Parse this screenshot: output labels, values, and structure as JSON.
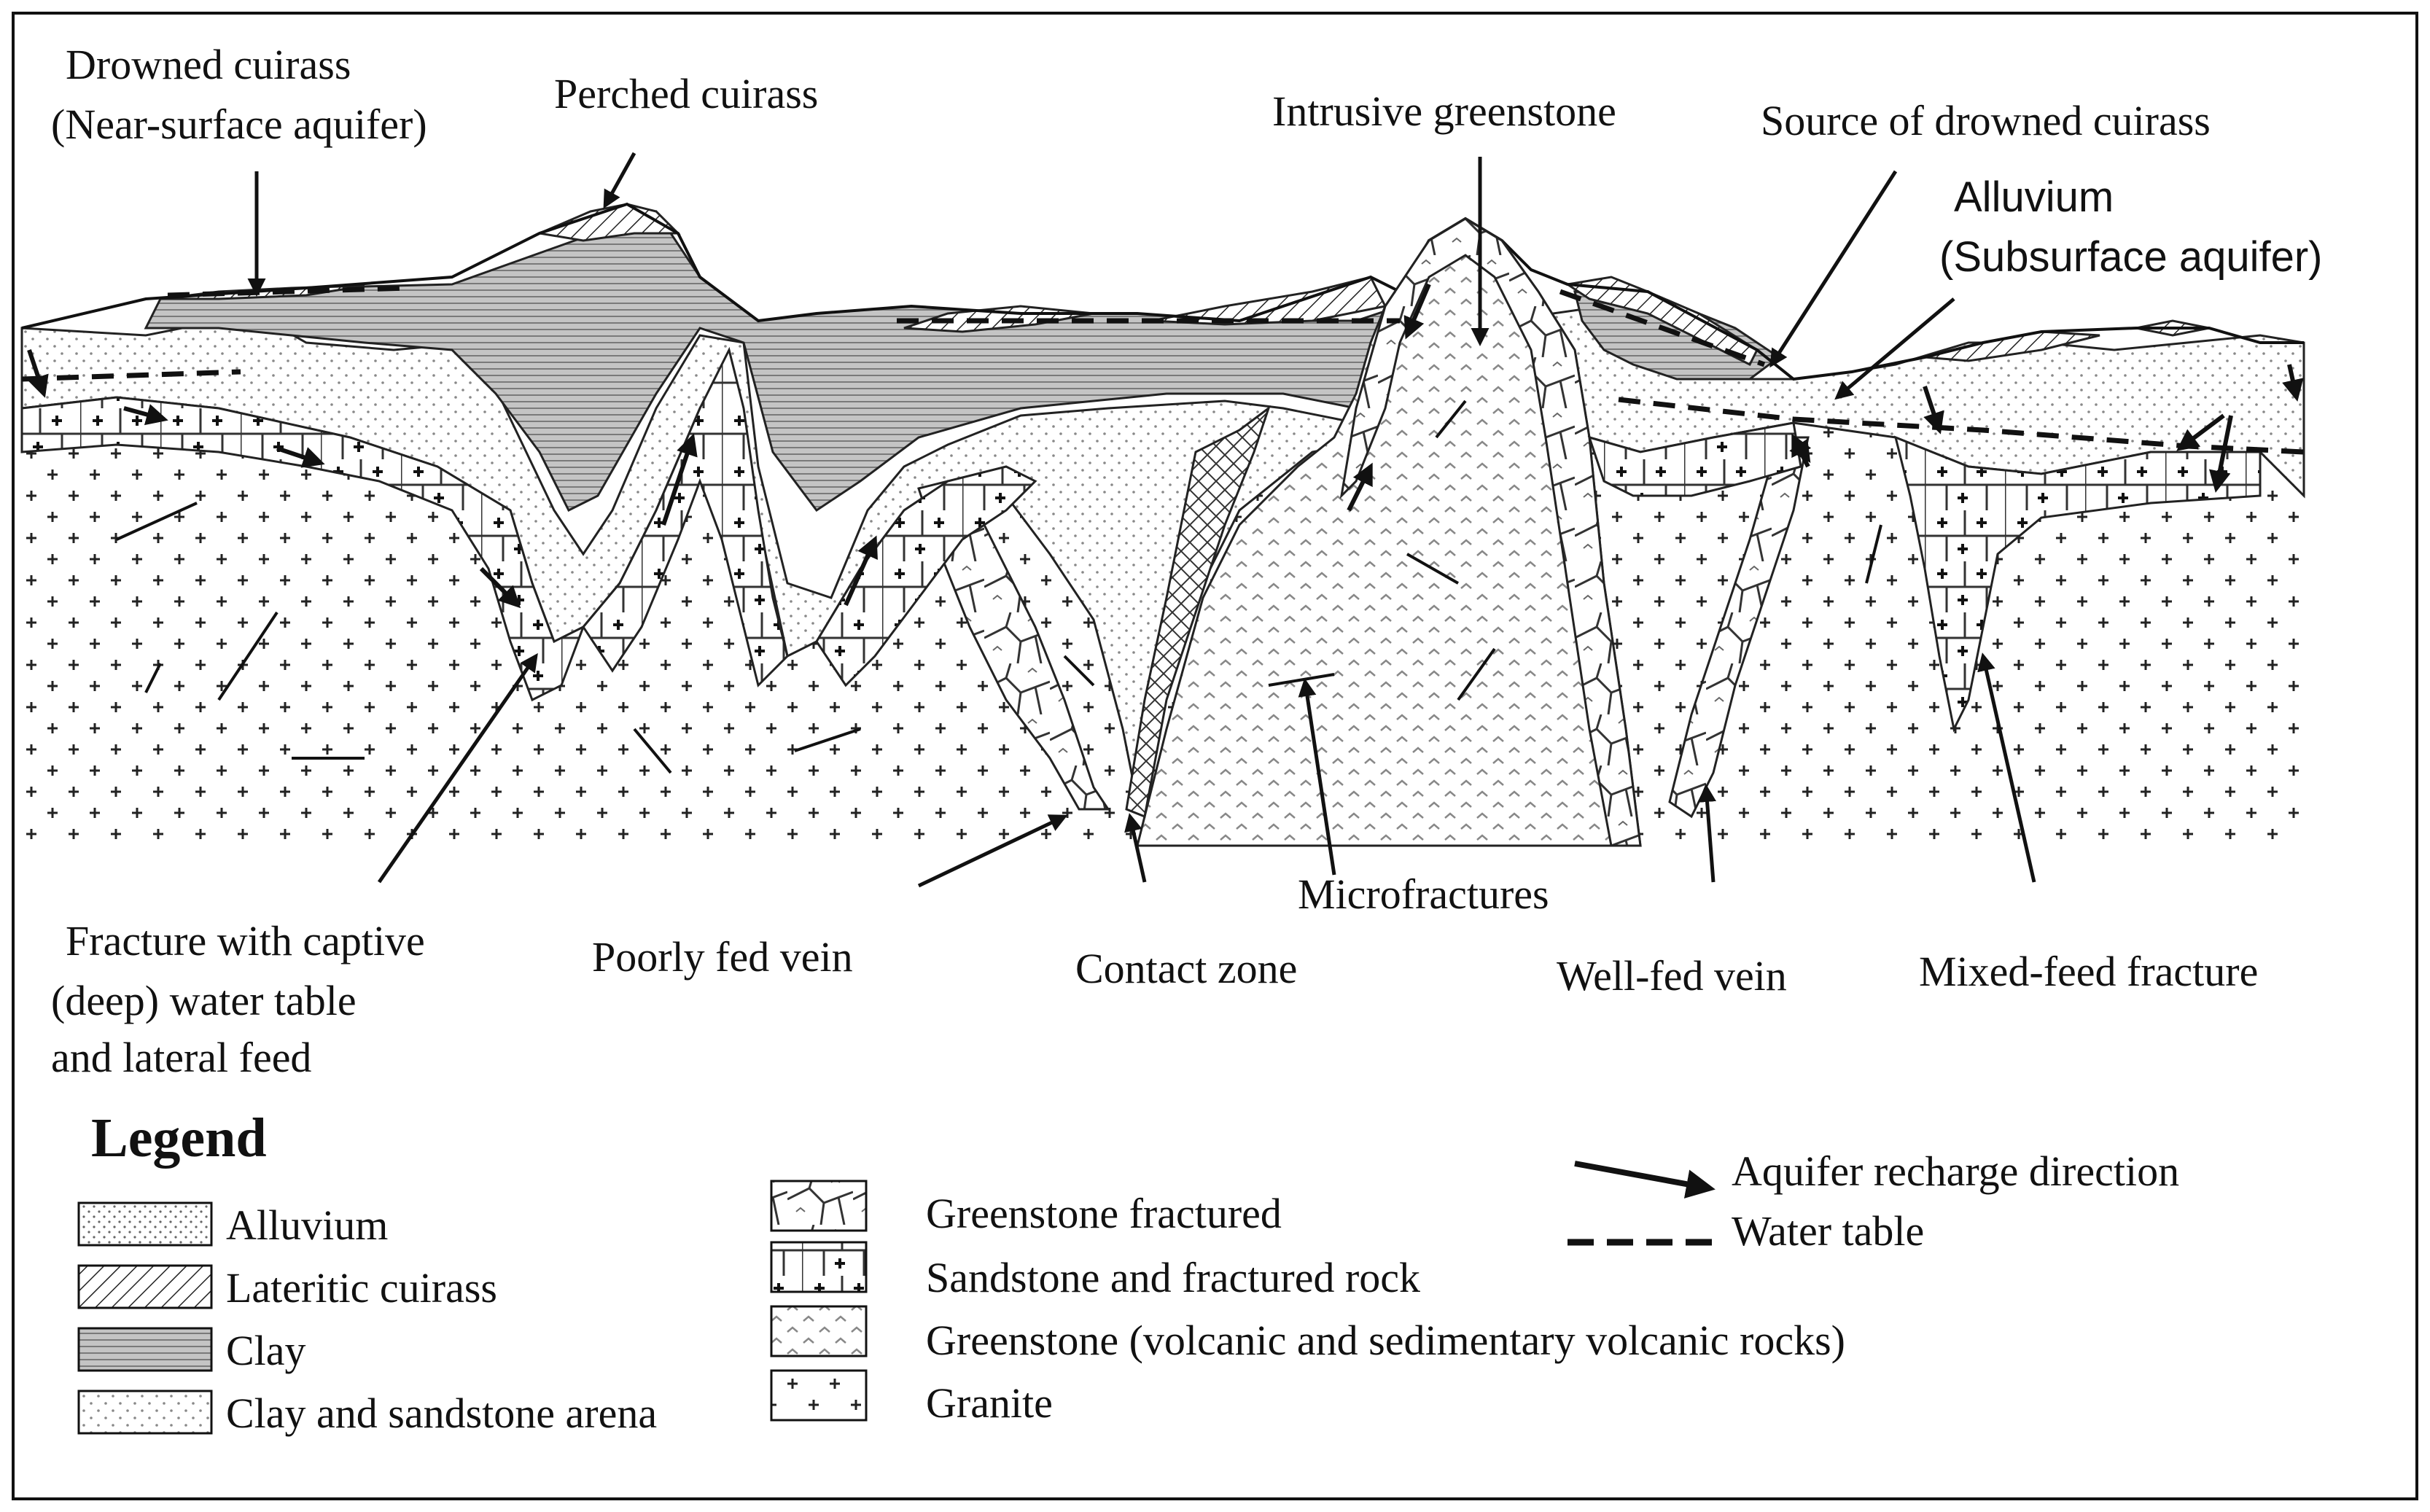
{
  "labels": {
    "drowned_cuirass_1": "Drowned cuirass",
    "drowned_cuirass_2": "(Near-surface aquifer)",
    "perched_cuirass": "Perched cuirass",
    "intrusive_greenstone": "Intrusive greenstone",
    "source_drowned_cuirass": "Source of drowned cuirass",
    "alluvium_1": "Alluvium",
    "alluvium_2": "(Subsurface aquifer)",
    "fracture_1": "Fracture with captive",
    "fracture_2": "(deep) water table",
    "fracture_3": "and lateral feed",
    "poorly_fed_vein": "Poorly fed vein",
    "contact_zone": "Contact zone",
    "microfractures": "Microfractures",
    "well_fed_vein": "Well-fed vein",
    "mixed_feed_fracture": "Mixed-feed fracture"
  },
  "legend": {
    "title": "Legend",
    "col1": [
      {
        "label": "Alluvium",
        "pattern": "alluvium"
      },
      {
        "label": "Lateritic cuirass",
        "pattern": "cuirass"
      },
      {
        "label": "Clay",
        "pattern": "clay"
      },
      {
        "label": "Clay and sandstone arena",
        "pattern": "arena"
      }
    ],
    "col2": [
      {
        "label": "Greenstone fractured",
        "pattern": "green-fractured"
      },
      {
        "label": "Sandstone and fractured rock",
        "pattern": "sandstone"
      },
      {
        "label": "Greenstone (volcanic and sedimentary volcanic rocks)",
        "pattern": "greenstone"
      },
      {
        "label": "Granite",
        "pattern": "granite"
      }
    ],
    "col3": [
      {
        "label": "Aquifer recharge direction",
        "symbol": "arrow"
      },
      {
        "label": "Water table",
        "symbol": "dashed-line"
      }
    ]
  },
  "colors": {
    "ink": "#111111",
    "clay_fill": "#bdbdbd",
    "background": "#ffffff"
  }
}
